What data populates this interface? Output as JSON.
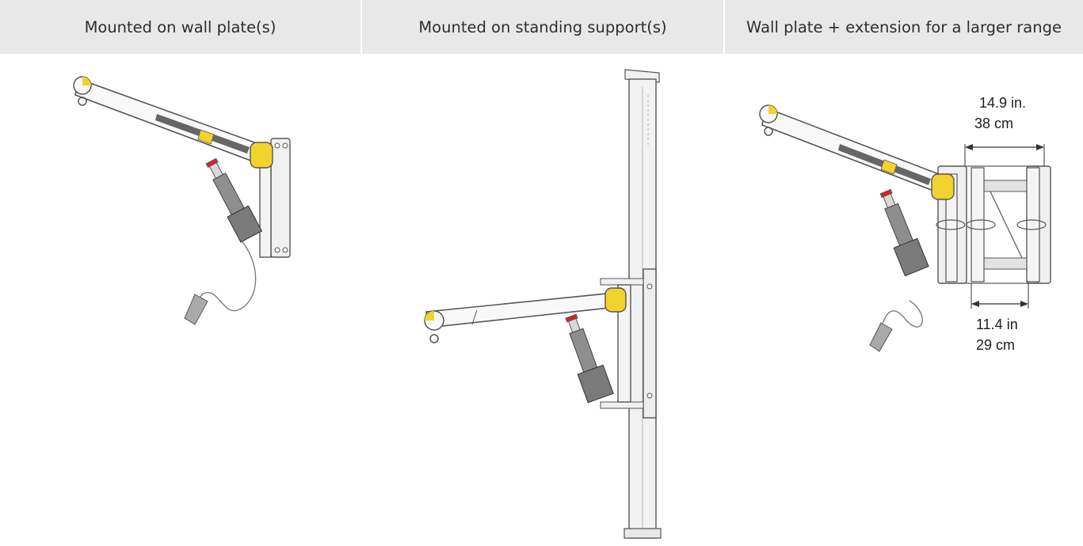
{
  "header": {
    "columns": [
      {
        "label": "Mounted on wall plate(s)"
      },
      {
        "label": "Mounted on standing support(s)"
      },
      {
        "label": "Wall plate + extension for a larger range"
      }
    ]
  },
  "dimensions": {
    "top_in": "14.9 in.",
    "top_cm": "38 cm",
    "bottom_in": "11.4 in",
    "bottom_cm": "29 cm"
  },
  "colors": {
    "header_bg": "#e8e8e9",
    "arm_yellow": "#f2d22c",
    "metal": "#eeeeee",
    "actuator": "#8c8c8c"
  },
  "icons": [
    "wall-plate-lift-illustration",
    "standing-support-lift-illustration",
    "extension-lift-illustration"
  ]
}
